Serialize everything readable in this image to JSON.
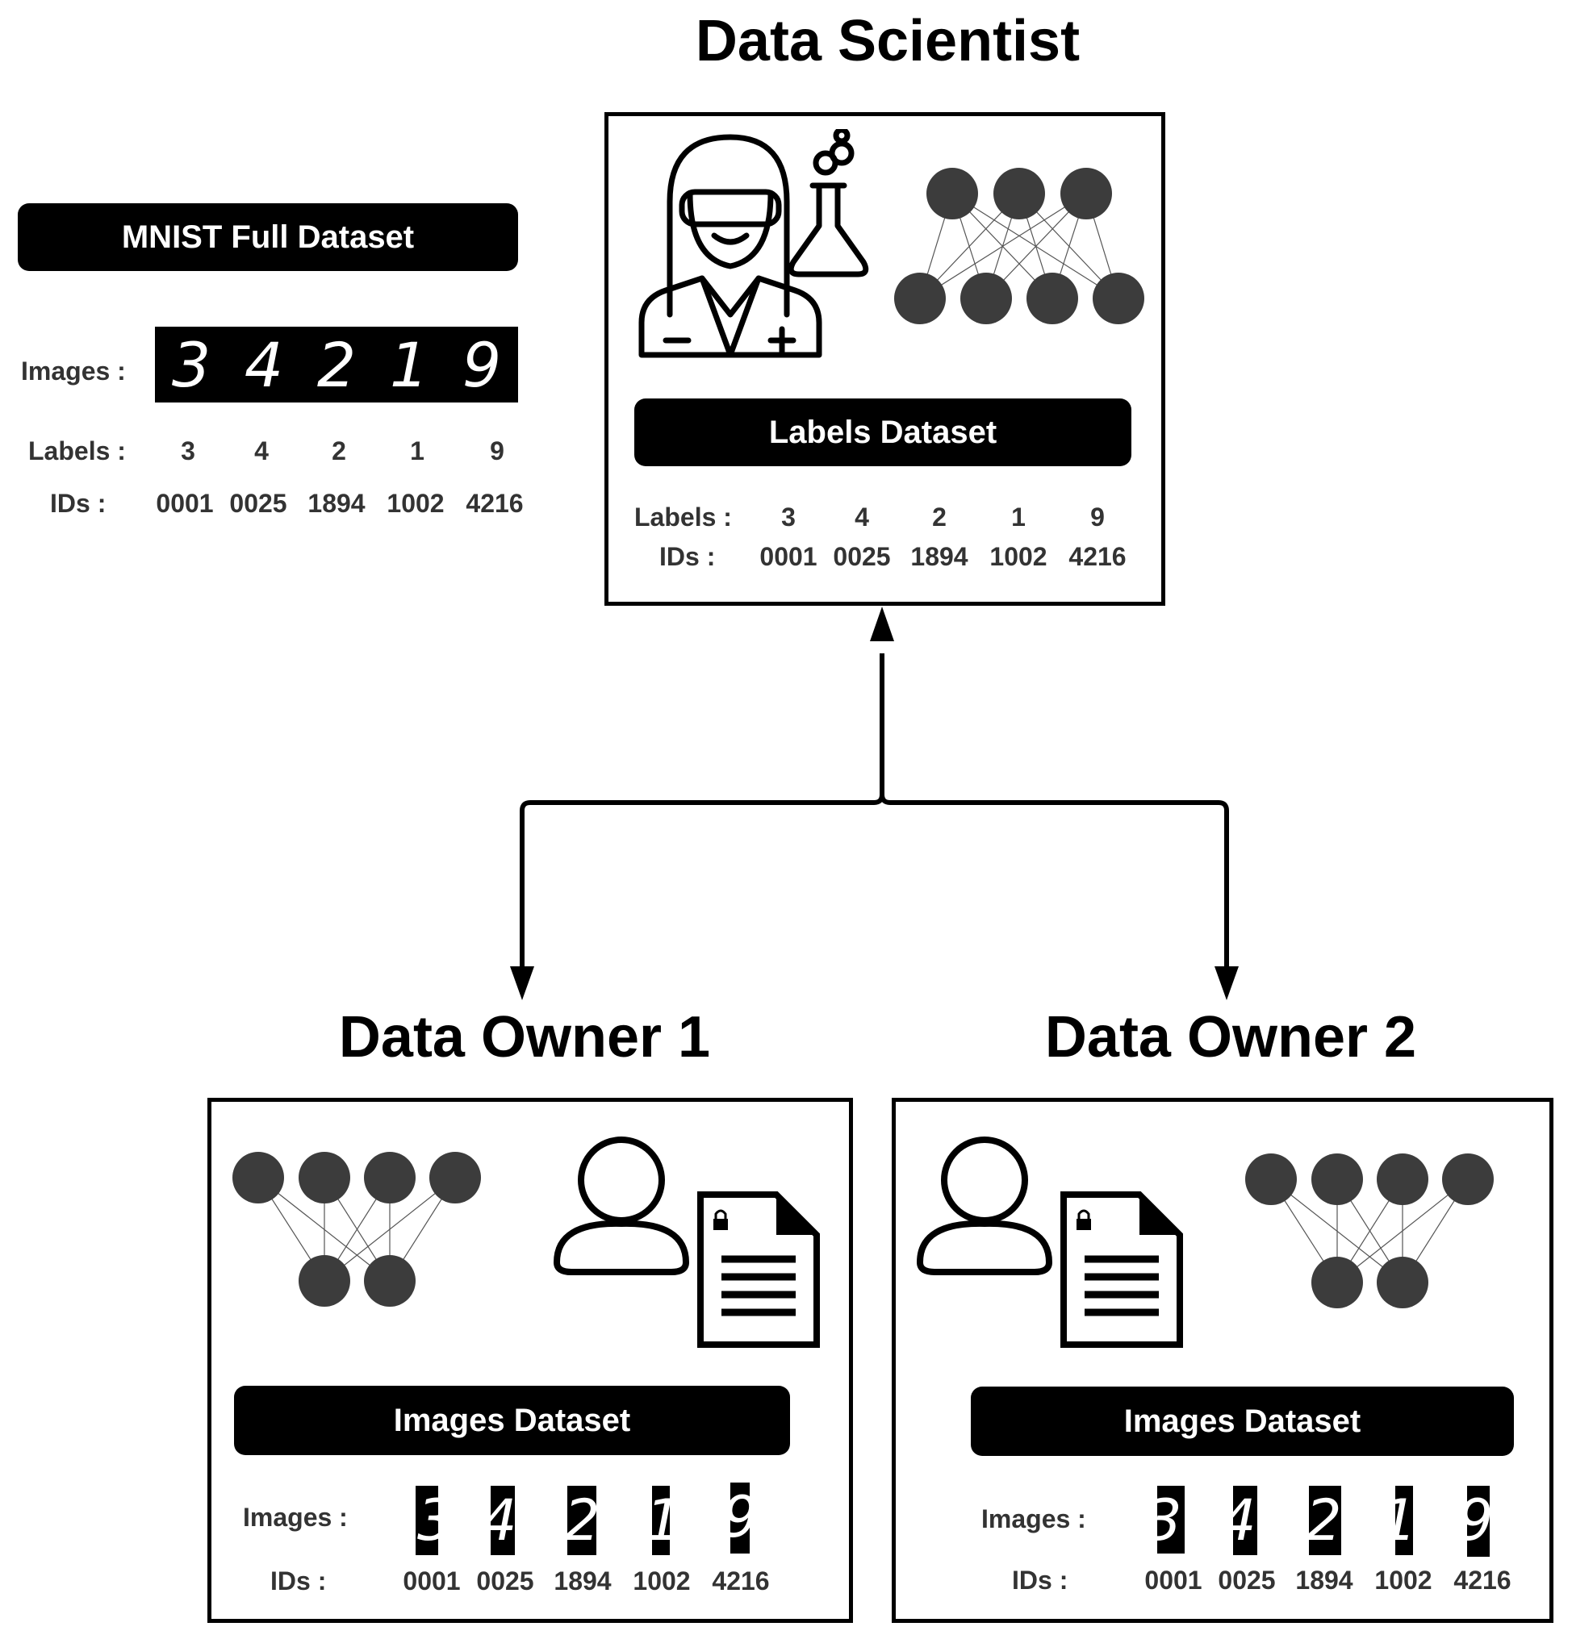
{
  "full_dataset": {
    "title": "MNIST Full Dataset",
    "images_label": "Images :",
    "labels_label": "Labels :",
    "ids_label": "IDs :",
    "digits": [
      "3",
      "4",
      "2",
      "1",
      "9"
    ],
    "labels": [
      "3",
      "4",
      "2",
      "1",
      "9"
    ],
    "ids": [
      "0001",
      "0025",
      "1894",
      "1002",
      "4216"
    ]
  },
  "scientist": {
    "title": "Data Scientist",
    "dataset_title": "Labels Dataset",
    "labels_label": "Labels :",
    "ids_label": "IDs :",
    "labels": [
      "3",
      "4",
      "2",
      "1",
      "9"
    ],
    "ids": [
      "0001",
      "0025",
      "1894",
      "1002",
      "4216"
    ]
  },
  "owner1": {
    "title": "Data Owner 1",
    "dataset_title": "Images Dataset",
    "images_label": "Images :",
    "ids_label": "IDs :",
    "ids": [
      "0001",
      "0025",
      "1894",
      "1002",
      "4216"
    ]
  },
  "owner2": {
    "title": "Data Owner 2",
    "dataset_title": "Images Dataset",
    "images_label": "Images :",
    "ids_label": "IDs :",
    "ids": [
      "0001",
      "0025",
      "1894",
      "1002",
      "4216"
    ]
  },
  "colors": {
    "node": "#3c3c3c",
    "pill": "#000000",
    "text": "#333333"
  }
}
